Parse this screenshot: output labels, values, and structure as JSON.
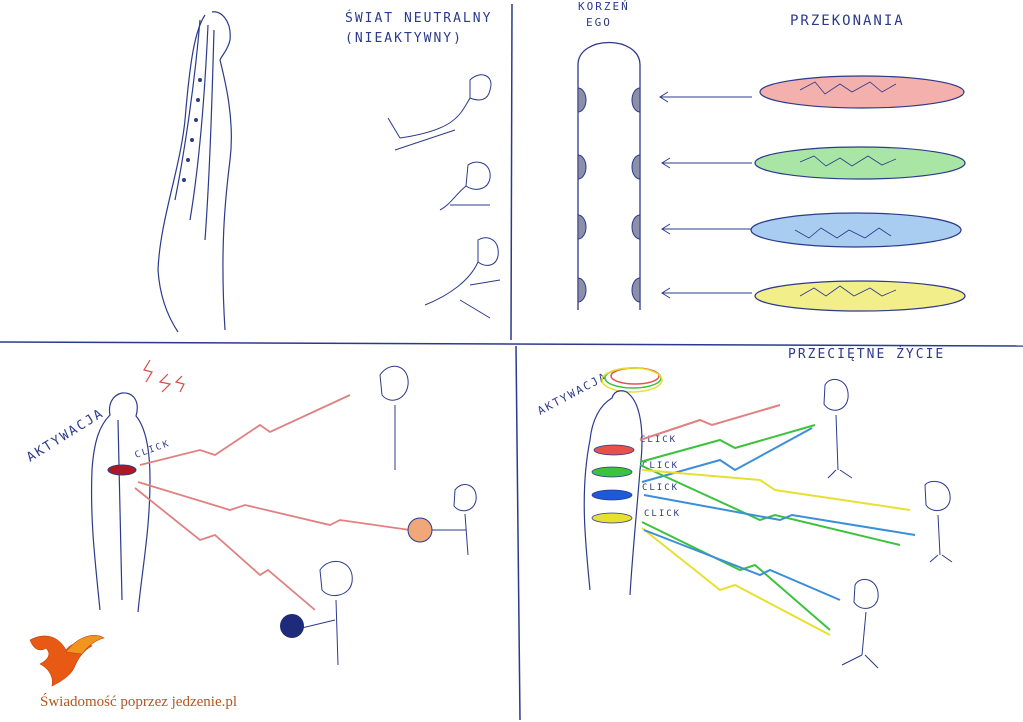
{
  "panels": {
    "neutral_world": {
      "title_line1": "ŚWIAT NEUTRALNY",
      "title_line2": "(NIEAKTYWNY)"
    },
    "ego_root": {
      "title_line1": "KORZEŃ",
      "title_line2": "EGO",
      "beliefs_label": "PRZEKONANIA"
    },
    "activation": {
      "label": "AKTYWACJA",
      "click": "CLICK"
    },
    "average_life": {
      "title": "PRZECIĘTNE ŻYCIE",
      "label": "AKTYWACJA",
      "click": "CLICK"
    }
  },
  "belief_colors": [
    "#e8504a",
    "#3cc23c",
    "#3b8fd8",
    "#e8e030"
  ],
  "brand": {
    "text": "Świadomość poprzez jedzenie.pl",
    "color": "#b8541a",
    "logo_icon": "phoenix-icon"
  }
}
